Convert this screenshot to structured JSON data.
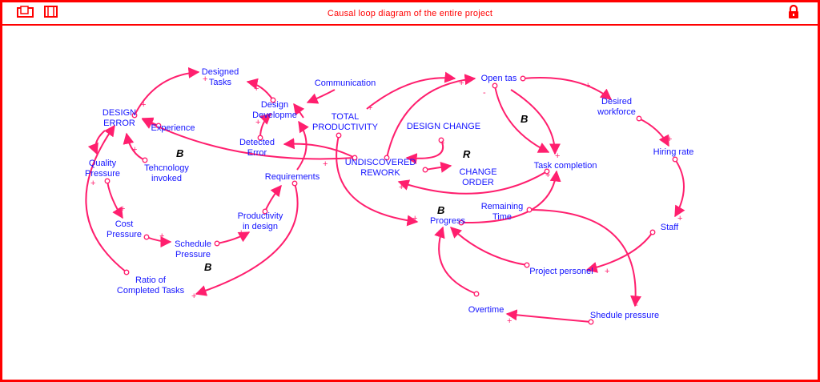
{
  "window": {
    "title": "Causal loop diagram of the entire project",
    "colors": {
      "frame": "#ff0000",
      "link": "#ff1f6e",
      "text": "#1414ff",
      "loop_label": "#000000"
    },
    "icons": [
      "window-left-icon",
      "window-right-icon",
      "lock-icon"
    ]
  },
  "nodes": {
    "designed_tasks": "Designed\nTasks",
    "design_error": "DESIGN\nERROR",
    "experience": "Experience",
    "design_development": "Design\nDevelopme",
    "communication": "Communication",
    "total_productivity": "TOTAL\nPRODUCTIVITY",
    "detected_error": "Detected\nError",
    "quality_pressure": "Quality\nPressure",
    "technology_involved": "Tehcnology\ninvoked",
    "requirements": "Requirements",
    "undiscovered_rework": "UNDISCOVERED\nREWORK",
    "design_change": "DESIGN CHANGE",
    "change_order": "CHANGE\nORDER",
    "open_tasks": "Open tas",
    "desired_workforce": "Desired\nworkforce",
    "hiring_rate": "Hiring rate",
    "task_completion": "Task completion",
    "cost_pressure": "Cost\nPressure",
    "schedule_pressure": "Schedule\nPressure",
    "productivity_in_design": "Productivity\nin design",
    "remaining_time": "Remaining\nTime",
    "progress": "Progress",
    "staff": "Staff",
    "project_personnel": "Project personel",
    "ratio_completed": "Ratio of\nCompleted Tasks",
    "overtime": "Overtime",
    "shedule_pressure": "Shedule pressure"
  },
  "loop_labels": {
    "b_left": "B",
    "b_bottom": "B",
    "r_center": "R",
    "b_center": "B",
    "b_right": "B"
  },
  "polarity": {
    "plus": "+",
    "minus": "-"
  }
}
